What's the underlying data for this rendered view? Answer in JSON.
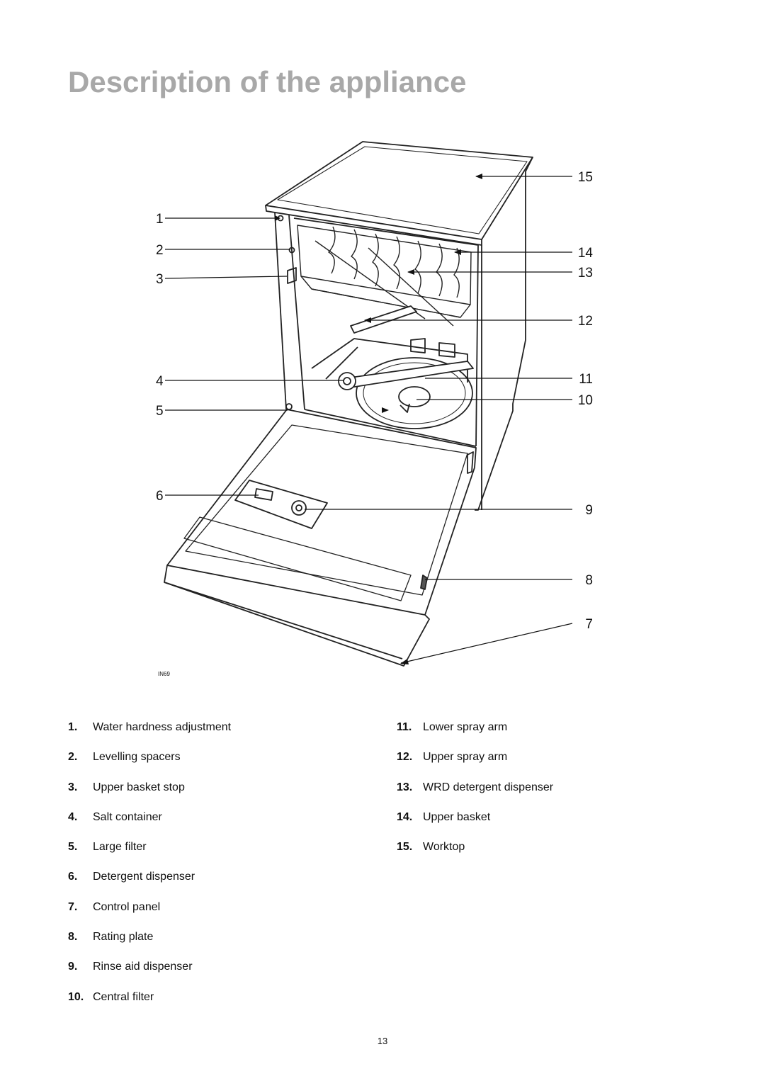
{
  "title": "Description of the appliance",
  "figure": {
    "code": "IN69",
    "callouts": [
      "1",
      "2",
      "3",
      "4",
      "5",
      "6",
      "7",
      "8",
      "9",
      "10",
      "11",
      "12",
      "13",
      "14",
      "15"
    ]
  },
  "legend": {
    "left": [
      {
        "num": "1.",
        "label": "Water hardness adjustment"
      },
      {
        "num": "2.",
        "label": "Levelling spacers"
      },
      {
        "num": "3.",
        "label": "Upper basket stop"
      },
      {
        "num": "4.",
        "label": "Salt container"
      },
      {
        "num": "5.",
        "label": "Large filter"
      },
      {
        "num": "6.",
        "label": "Detergent dispenser"
      },
      {
        "num": "7.",
        "label": "Control panel"
      },
      {
        "num": "8.",
        "label": "Rating plate"
      },
      {
        "num": "9.",
        "label": "Rinse aid dispenser"
      },
      {
        "num": "10.",
        "label": "Central filter"
      }
    ],
    "right": [
      {
        "num": "11.",
        "label": "Lower spray arm"
      },
      {
        "num": "12.",
        "label": "Upper spray arm"
      },
      {
        "num": "13.",
        "label": "WRD detergent dispenser"
      },
      {
        "num": "14.",
        "label": "Upper basket"
      },
      {
        "num": "15.",
        "label": "Worktop"
      }
    ]
  },
  "page_number": "13"
}
